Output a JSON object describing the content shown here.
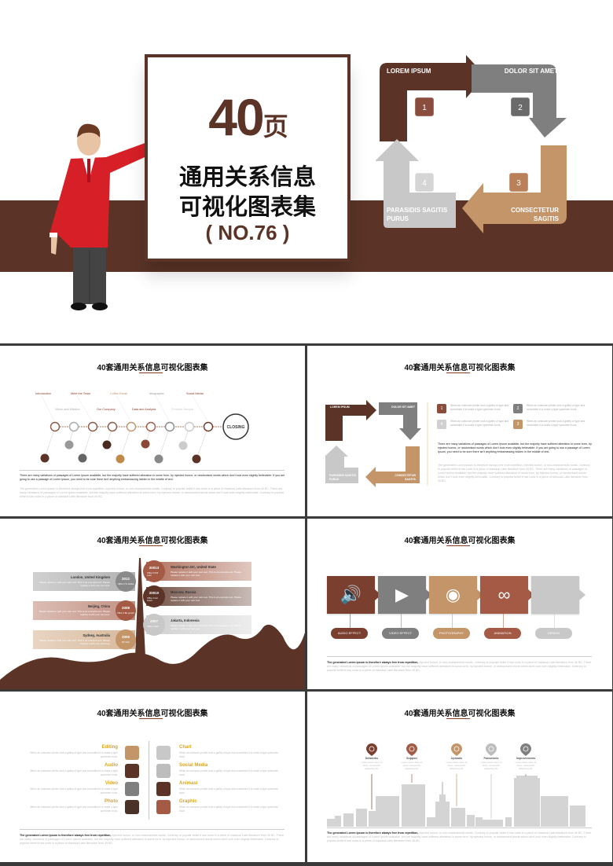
{
  "hero": {
    "big_number": "40",
    "big_unit": "页",
    "subtitle_line1": "通用关系信息",
    "subtitle_line2": "可视化图表集",
    "edition": "( NO.76 )",
    "cycle": [
      {
        "label": "LOREM IPSUM",
        "num": "1",
        "color": "#5b3427"
      },
      {
        "label": "DOLOR SIT AMET",
        "num": "2",
        "color": "#7f7f7f"
      },
      {
        "label1": "CONSECTETUR",
        "label2": "SAGITIS",
        "num": "3",
        "color": "#c49569"
      },
      {
        "label1": "PARASIDIS SAGITIS",
        "label2": "PURUS",
        "num": "4",
        "color": "#c8c8c8"
      }
    ]
  },
  "slide_title": "40套通用关系信息可视化图表集",
  "para_dark": "There are many variations of passages of Lorem Ipsum available, but the majority have suffered alteration in some form, by injected humor, or randomised words which don't look even slightly believable. If you are going to use a passage of Lorem Ipsum, you need to be sure there isn't anything embarrassing hidden in the middle of text.",
  "para_light": "The generated Lorem Ipsum is therefore always free from repetition, injected humor, or non-characteristic words. Contrary to popular belief it has roots in a piece of classical Latin literature from 45 BC. There are many variations of passages of Lorem Ipsum available, but the majority have suffered alteration in some form, by injected humor, or randomised words which don't look even slightly believable. Contrary to popular belief it has roots in a piece of classical Latin literature from 45 BC.",
  "para_bold_lead": "The generated Lorem Ipsum is therefore always free from repetition,",
  "para_rest": "injected humor, or non-characteristic words. Contrary to popular belief it has roots in a piece of classical Latin literature from 45 BC. There are many variations of passages of Lorem Ipsum available, but the majority have suffered alteration in some form, by injected humor, or randomised words which don't look even slightly believable. Contrary to popular belief it has roots in a piece of classical Latin literature from 45 BC.",
  "timeline": {
    "top_labels": [
      "Introduction",
      "Meet the Team",
      "Coffee Break",
      "Infographic",
      "Social Media"
    ],
    "bottom_labels": [
      "Vision and Mission",
      "Our Company",
      "Data and Analysis",
      "Portfolio Sample"
    ],
    "closing": "CLOSING"
  },
  "cycle_legend": {
    "item_text": "When an unknown printer took a galley of type and scrambled it to make a type specimen book.",
    "nums": [
      "1",
      "2",
      "4",
      "3"
    ]
  },
  "offices": {
    "left": [
      {
        "city": "London, United Kingdom",
        "year": "2012",
        "note": "Office 3 To Global",
        "color": "#8a8a8a"
      },
      {
        "city": "Beijing, China",
        "year": "2008",
        "note": "Office 3 Biz growth",
        "color": "#a45a44"
      },
      {
        "city": "Sydney, Australia",
        "year": "2005",
        "note": "Biz Start",
        "color": "#c49569"
      }
    ],
    "right": [
      {
        "city": "Washington DC, United State",
        "year": "20013",
        "note": "Office 6 Drill Lean",
        "color": "#a45a44"
      },
      {
        "city": "Moscow, Russia",
        "year": "20010",
        "note": "Office 4 Get board",
        "color": "#5b3427"
      },
      {
        "city": "Jakarta, Indonesia",
        "year": "2007",
        "note": "Office 1 Start",
        "color": "#c8c8c8"
      }
    ],
    "desc": "Please replace it with your own text. This is an example text. Please replace it with your own text."
  },
  "process": [
    {
      "label": "AUDIO EFFECT",
      "icon": "speaker-icon",
      "color": "#7a3f2f"
    },
    {
      "label": "VIDEO EFFECT",
      "icon": "video-icon",
      "color": "#7f7f7f"
    },
    {
      "label": "PHOTOGRAPHY",
      "icon": "camera-icon",
      "color": "#c49569"
    },
    {
      "label": "ANIMATION",
      "icon": "voicemail-icon",
      "color": "#a45a44"
    },
    {
      "label": "DESIGN",
      "icon": "",
      "color": "#c8c8c8"
    }
  ],
  "features": {
    "desc": "When an unknown printer took a galley of type and scrambled it to make a type specimen book.",
    "left": [
      {
        "title": "Editing",
        "color": "#c49569"
      },
      {
        "title": "Audio",
        "color": "#5b3427"
      },
      {
        "title": "Video",
        "color": "#7f7f7f"
      },
      {
        "title": "Photo",
        "color": "#4a3228"
      }
    ],
    "right": [
      {
        "title": "Chart",
        "color": "#c8c8c8"
      },
      {
        "title": "Social Media",
        "color": "#bdbdbd"
      },
      {
        "title": "Animasi",
        "color": "#5b3427"
      },
      {
        "title": "Graphic",
        "color": "#a45a44"
      }
    ],
    "accent": "#d9a520"
  },
  "city": {
    "items": [
      {
        "title": "Networks",
        "color": "#7a3f2f"
      },
      {
        "title": "Support",
        "color": "#a45a44"
      },
      {
        "title": "Uploads",
        "color": "#c49569"
      },
      {
        "title": "Passwords",
        "color": "#bdbdbd"
      },
      {
        "title": "Improvements",
        "color": "#7f7f7f"
      }
    ],
    "desc": "Lorem ipsum dolor sit amet, consectetur adipiscing elit."
  }
}
